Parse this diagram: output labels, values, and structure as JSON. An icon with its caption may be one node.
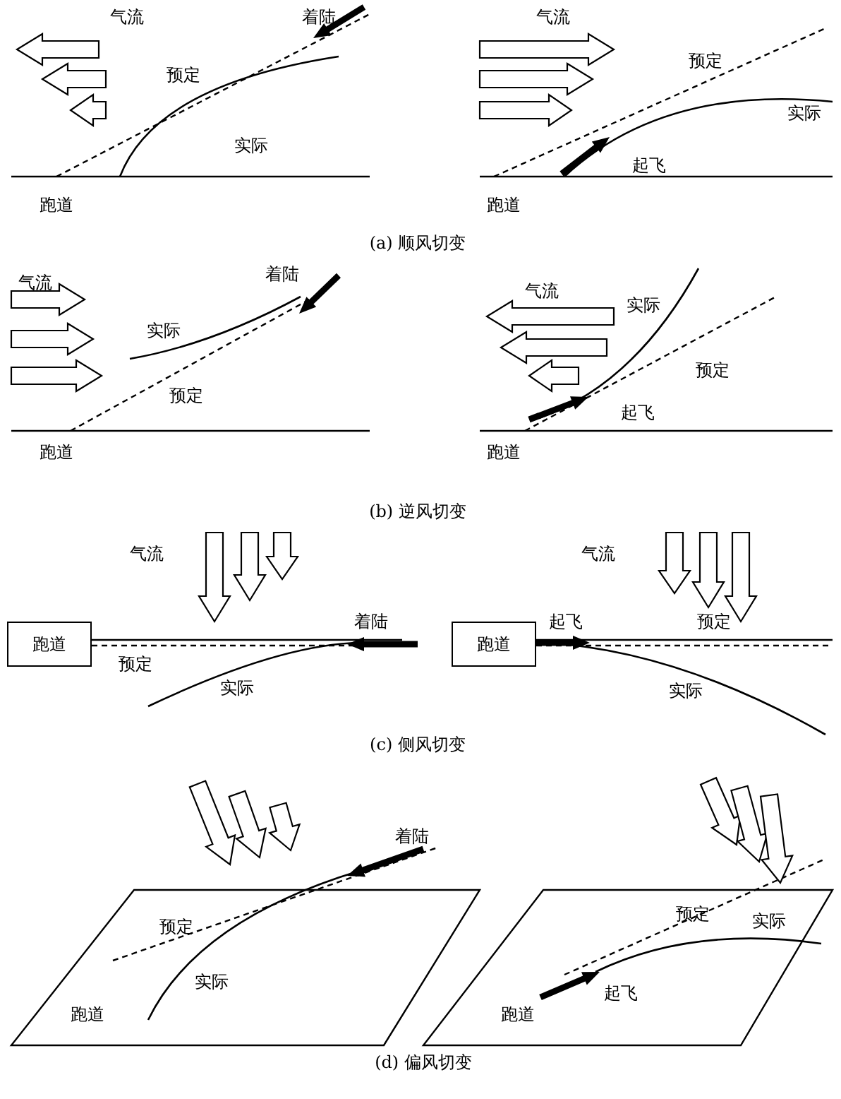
{
  "diagram": {
    "nodes": [
      {
        "text": [
          "跑道"
        ]
      },
      {
        "text": [
          "跑道"
        ]
      }
    ],
    "labels": [
      "气流",
      "着陆",
      "预定",
      "实际",
      "跑道",
      "气流",
      "预定",
      "实际",
      "起飞",
      "跑道",
      "(a) 顺风切变",
      "气流",
      "着陆",
      "实际",
      "预定",
      "跑道",
      "实际",
      "气流",
      "预定",
      "起飞",
      "跑道",
      "(b) 逆风切变",
      "气流",
      "着陆",
      "预定",
      "实际",
      "气流",
      "起飞",
      "预定",
      "实际",
      "(c) 侧风切变",
      "着陆",
      "预定",
      "实际",
      "跑道",
      "预定",
      "实际",
      "起飞",
      "跑道",
      "(d) 偏风切变"
    ]
  }
}
